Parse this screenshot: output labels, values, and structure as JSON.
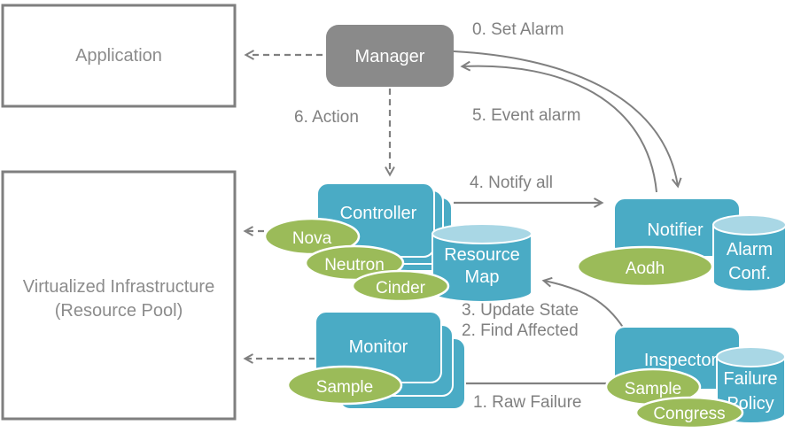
{
  "diagram": {
    "boxes": {
      "application": "Application",
      "virtualized_infrastructure_line1": "Virtualized Infrastructure",
      "virtualized_infrastructure_line2": "(Resource Pool)",
      "manager": "Manager",
      "controller": "Controller",
      "monitor": "Monitor",
      "notifier": "Notifier",
      "inspector": "Inspector"
    },
    "datastores": {
      "resource_map": {
        "line1": "Resource",
        "line2": "Map"
      },
      "alarm_conf": {
        "line1": "Alarm",
        "line2": "Conf."
      },
      "failure_policy": {
        "line1": "Failure",
        "line2": "Policy"
      }
    },
    "plugins": {
      "nova": "Nova",
      "neutron": "Neutron",
      "cinder": "Cinder",
      "monitor_sample": "Sample",
      "aodh": "Aodh",
      "inspector_sample": "Sample",
      "congress": "Congress"
    },
    "flow_labels": {
      "set_alarm": "0. Set Alarm",
      "raw_failure": "1. Raw Failure",
      "find_affected": "2. Find Affected",
      "update_state": "3. Update State",
      "notify_all": "4. Notify all",
      "event_alarm": "5. Event alarm",
      "action": "6. Action"
    },
    "colors": {
      "component_blue": "#4AABC5",
      "cylinder_top_blue": "#A9D7E5",
      "plugin_green": "#9BBB59",
      "manager_gray": "#8A8A8A",
      "line_gray": "#808080",
      "label_gray": "#808080",
      "box_border_gray": "#7F7F7F"
    }
  }
}
